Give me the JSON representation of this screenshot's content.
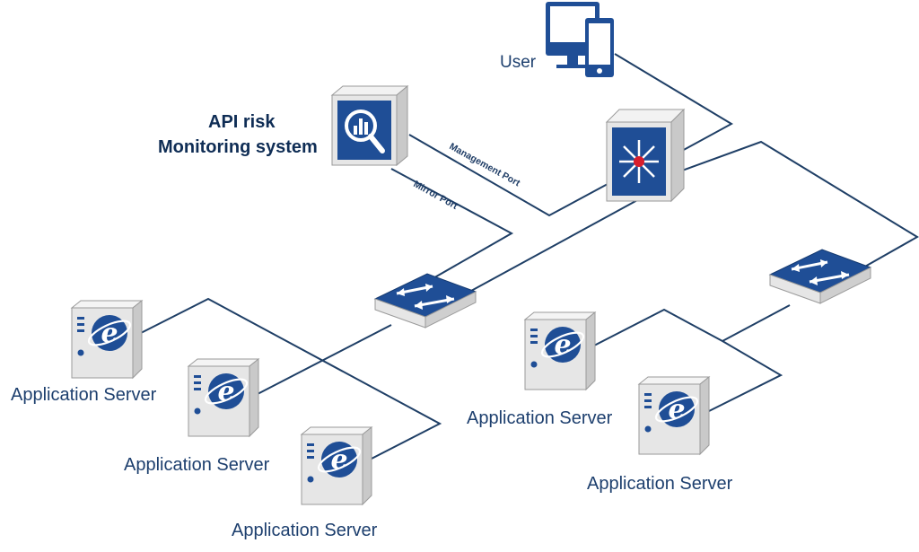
{
  "diagram": {
    "user_label": "User",
    "monitor_title_line1": "API risk",
    "monitor_title_line2": "Monitoring system",
    "management_port_label": "Management Port",
    "mirror_port_label": "Mirror Port",
    "servers": [
      {
        "label": "Application Server"
      },
      {
        "label": "Application Server"
      },
      {
        "label": "Application Server"
      },
      {
        "label": "Application Server"
      },
      {
        "label": "Application Server"
      }
    ]
  },
  "colors": {
    "accent_blue": "#1f4e96",
    "line": "#1f3f66",
    "label": "#1d3f6e",
    "device_face": "#e4e4e4",
    "device_top": "#f4f4f4",
    "hub_red": "#d81e2c"
  }
}
